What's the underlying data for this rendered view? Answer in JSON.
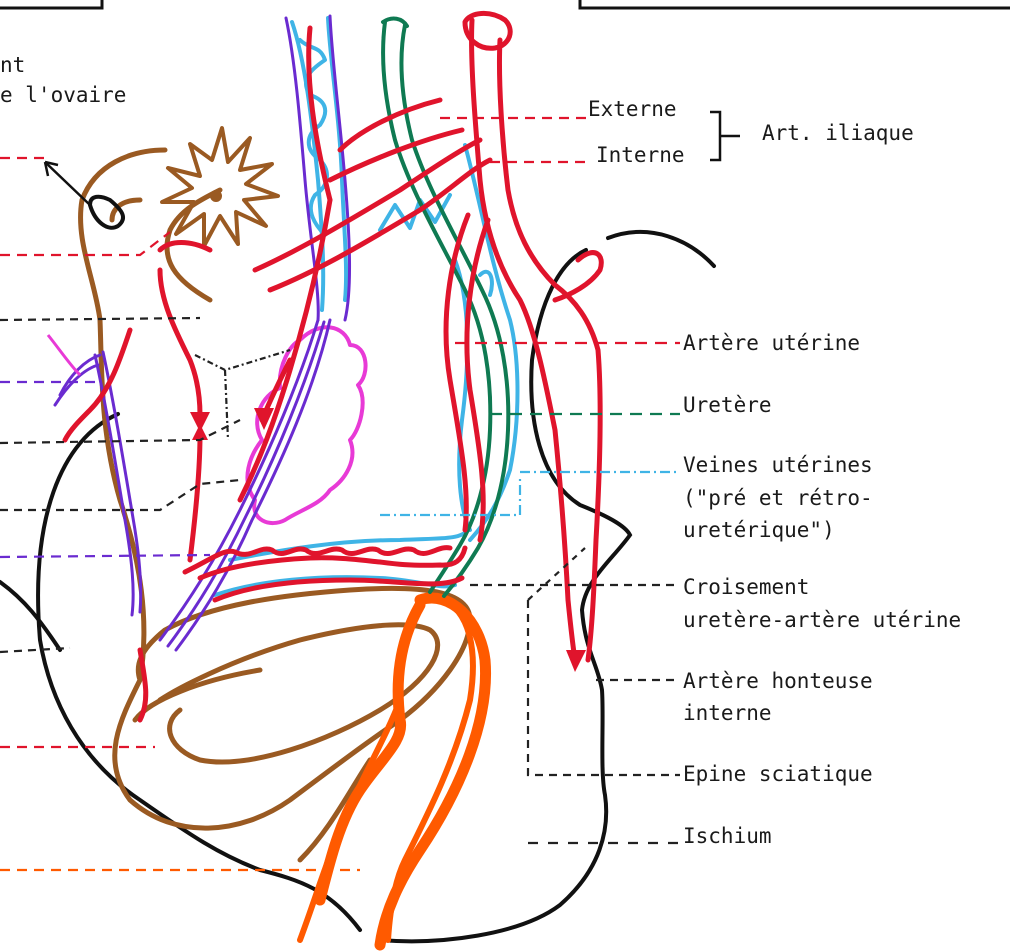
{
  "labels": {
    "ovary_partial_1": "nt",
    "ovary_partial_2": "e l'ovaire",
    "iliac_external": "Externe",
    "iliac_internal": "Interne",
    "iliac_group": "Art. iliaque",
    "uterine_artery": "Artère utérine",
    "ureter": "Uretère",
    "uterine_veins_1": "Veines utérines",
    "uterine_veins_2": "(\"pré et rétro-",
    "uterine_veins_3": "uretérique\")",
    "crossing_1": "Croisement",
    "crossing_2": "uretère-artère utérine",
    "pudendal_1": "Artère honteuse",
    "pudendal_2": "interne",
    "sciatic_spine": "Epine sciatique",
    "ischium": "Ischium"
  },
  "colors": {
    "artery": "#e0142c",
    "vein": "#3fb4e6",
    "ureter": "#0f7a52",
    "ovarian_vein": "#6a2bd0",
    "uterus": "#9a5a22",
    "rectum": "#ff5a00",
    "gland": "#e83ad6",
    "outline": "#111111",
    "leader_dark": "#222222"
  }
}
